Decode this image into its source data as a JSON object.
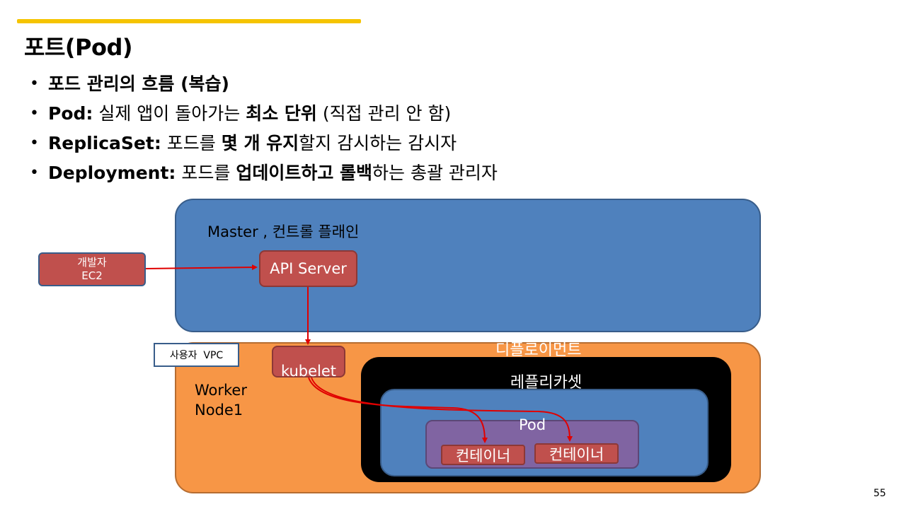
{
  "slide": {
    "title": "포트(Pod)",
    "page_number": "55",
    "colors": {
      "accent": "#f5c400",
      "master": "#4f81bd",
      "worker": "#f79646",
      "component": "#c0504d",
      "pod": "#8064a2",
      "replicaset": "#000000",
      "arrow": "#e00000"
    }
  },
  "bullets": [
    {
      "b1": "포드 관리의 흐름 (복습)"
    },
    {
      "b1": "Pod:",
      "t1": " 실제 앱이 돌아가는 ",
      "b2": "최소 단위",
      "t2": " (직접 관리 안 함)"
    },
    {
      "b1": "ReplicaSet:",
      "t1": " 포드를 ",
      "b2": "몇 개 유지",
      "t2": "할지 감시하는 감시자"
    },
    {
      "b1": "Deployment:",
      "t1": " 포드를 ",
      "b2": "업데이트하고 롤백",
      "t2": "하는 총괄 관리자"
    }
  ],
  "diagram": {
    "master_label": "Master , 컨트롤 플래인",
    "api_server": "API Server",
    "developer": {
      "line1": "개발자",
      "line2": "EC2"
    },
    "vpc_label": "사용자  VPC",
    "worker": {
      "line1": "Worker",
      "line2": "Node1"
    },
    "deployment_label": "디플로이먼트",
    "kubelet": "kubelet",
    "replicaset_label": "레플리카셋",
    "pod_label": "Pod",
    "containers": [
      "컨테이너",
      "컨테이너"
    ]
  }
}
